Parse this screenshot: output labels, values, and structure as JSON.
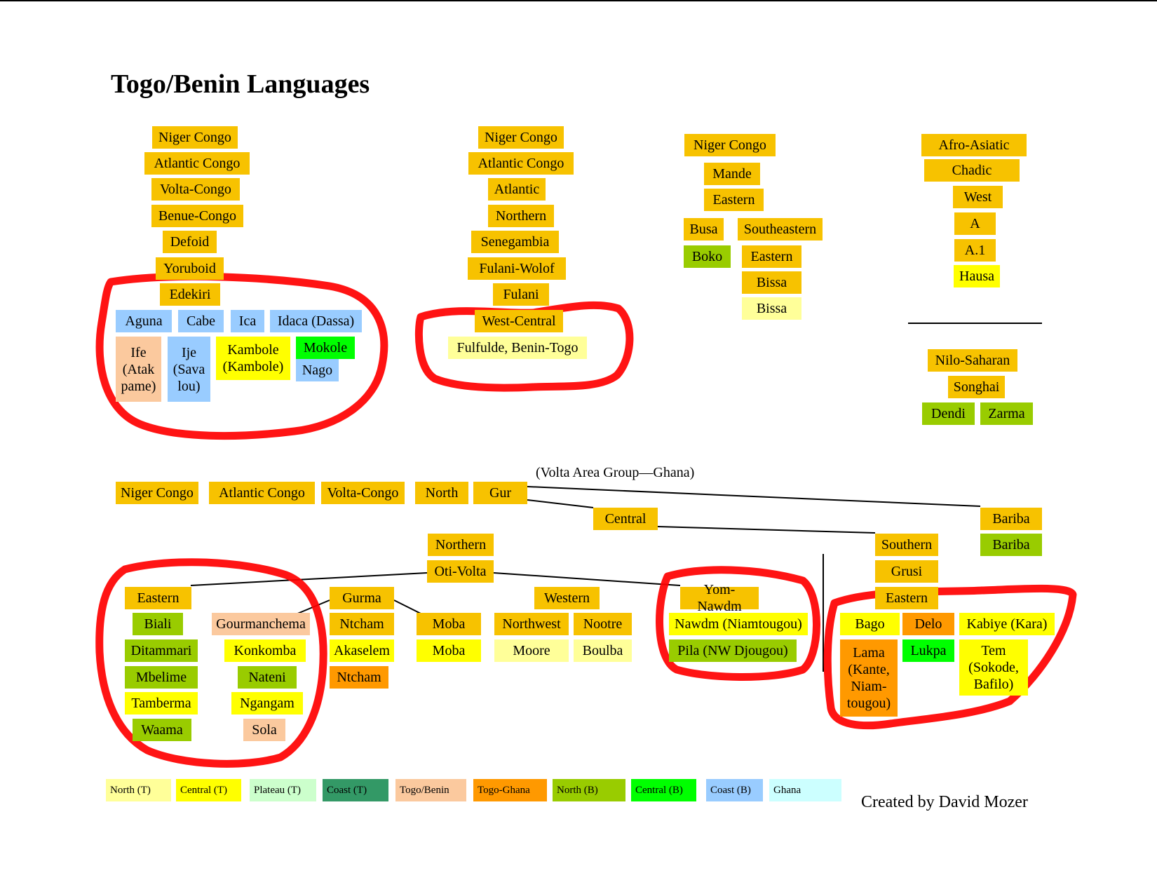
{
  "title": "Togo/Benin Languages",
  "credit": "Created by David Mozer",
  "note": "(Volta Area Group—Ghana)",
  "colors": {
    "family": "#f7c200",
    "north_t": "#ffff99",
    "central_t": "#ffff00",
    "plateau_t": "#ccffcc",
    "coast_t": "#339966",
    "togo_benin": "#fbc99e",
    "togo_ghana": "#ff9900",
    "north_b": "#99cc00",
    "central_b": "#00ff00",
    "coast_b": "#99ccff",
    "ghana": "#ccffff",
    "circle": "#ff0000"
  },
  "legend": [
    {
      "label": "North (T)",
      "color": "#ffff99"
    },
    {
      "label": "Central (T)",
      "color": "#ffff00"
    },
    {
      "label": "Plateau (T)",
      "color": "#ccffcc"
    },
    {
      "label": "Coast (T)",
      "color": "#339966"
    },
    {
      "label": "Togo/Benin",
      "color": "#fbc99e"
    },
    {
      "label": "Togo-Ghana",
      "color": "#ff9900"
    },
    {
      "label": "North (B)",
      "color": "#99cc00"
    },
    {
      "label": "Central (B)",
      "color": "#00ff00"
    },
    {
      "label": "Coast (B)",
      "color": "#99ccff"
    },
    {
      "label": "Ghana",
      "color": "#ccffff"
    }
  ],
  "nodes": [
    {
      "id": "a1",
      "text": "Niger Congo",
      "color": "#f7c200"
    },
    {
      "id": "a2",
      "text": "Atlantic Congo",
      "color": "#f7c200"
    },
    {
      "id": "a3",
      "text": "Volta-Congo",
      "color": "#f7c200"
    },
    {
      "id": "a4",
      "text": "Benue-Congo",
      "color": "#f7c200"
    },
    {
      "id": "a5",
      "text": "Defoid",
      "color": "#f7c200"
    },
    {
      "id": "a6",
      "text": "Yoruboid",
      "color": "#f7c200"
    },
    {
      "id": "a7",
      "text": "Edekiri",
      "color": "#f7c200"
    },
    {
      "id": "a8",
      "text": "Aguna",
      "color": "#99ccff"
    },
    {
      "id": "a9",
      "text": "Cabe",
      "color": "#99ccff"
    },
    {
      "id": "a10",
      "text": "Ica",
      "color": "#99ccff"
    },
    {
      "id": "a11",
      "text": "Idaca (Dassa)",
      "color": "#99ccff"
    },
    {
      "id": "a12",
      "text": "Ife\n(Atak\npame)",
      "color": "#fbc99e"
    },
    {
      "id": "a13",
      "text": "Ije\n(Sava\nlou)",
      "color": "#99ccff"
    },
    {
      "id": "a14",
      "text": "Kambole\n(Kambole)",
      "color": "#ffff00"
    },
    {
      "id": "a15",
      "text": "Mokole",
      "color": "#00ff00"
    },
    {
      "id": "a16",
      "text": "Nago",
      "color": "#99ccff"
    },
    {
      "id": "b1",
      "text": "Niger Congo",
      "color": "#f7c200"
    },
    {
      "id": "b2",
      "text": "Atlantic Congo",
      "color": "#f7c200"
    },
    {
      "id": "b3",
      "text": "Atlantic",
      "color": "#f7c200"
    },
    {
      "id": "b4",
      "text": "Northern",
      "color": "#f7c200"
    },
    {
      "id": "b5",
      "text": "Senegambia",
      "color": "#f7c200"
    },
    {
      "id": "b6",
      "text": "Fulani-Wolof",
      "color": "#f7c200"
    },
    {
      "id": "b7",
      "text": "Fulani",
      "color": "#f7c200"
    },
    {
      "id": "b8",
      "text": "West-Central",
      "color": "#f7c200"
    },
    {
      "id": "b9",
      "text": "Fulfulde, Benin-Togo",
      "color": "#ffff99"
    },
    {
      "id": "c1",
      "text": "Niger Congo",
      "color": "#f7c200"
    },
    {
      "id": "c2",
      "text": "Mande",
      "color": "#f7c200"
    },
    {
      "id": "c3",
      "text": "Eastern",
      "color": "#f7c200"
    },
    {
      "id": "c4",
      "text": "Busa",
      "color": "#f7c200"
    },
    {
      "id": "c5",
      "text": "Southeastern",
      "color": "#f7c200"
    },
    {
      "id": "c6",
      "text": "Boko",
      "color": "#99cc00"
    },
    {
      "id": "c7",
      "text": "Eastern",
      "color": "#f7c200"
    },
    {
      "id": "c8",
      "text": "Bissa",
      "color": "#f7c200"
    },
    {
      "id": "c9",
      "text": "Bissa",
      "color": "#ffff99"
    },
    {
      "id": "d1",
      "text": "Afro-Asiatic",
      "color": "#f7c200"
    },
    {
      "id": "d2",
      "text": "Chadic",
      "color": "#f7c200"
    },
    {
      "id": "d3",
      "text": "West",
      "color": "#f7c200"
    },
    {
      "id": "d4",
      "text": "A",
      "color": "#f7c200"
    },
    {
      "id": "d5",
      "text": "A.1",
      "color": "#f7c200"
    },
    {
      "id": "d6",
      "text": "Hausa",
      "color": "#ffff00"
    },
    {
      "id": "e1",
      "text": "Nilo-Saharan",
      "color": "#f7c200"
    },
    {
      "id": "e2",
      "text": "Songhai",
      "color": "#f7c200"
    },
    {
      "id": "e3",
      "text": "Dendi",
      "color": "#99cc00"
    },
    {
      "id": "e4",
      "text": "Zarma",
      "color": "#99cc00"
    },
    {
      "id": "f1",
      "text": "Niger Congo",
      "color": "#f7c200"
    },
    {
      "id": "f2",
      "text": "Atlantic Congo",
      "color": "#f7c200"
    },
    {
      "id": "f3",
      "text": "Volta-Congo",
      "color": "#f7c200"
    },
    {
      "id": "f4",
      "text": "North",
      "color": "#f7c200"
    },
    {
      "id": "f5",
      "text": "Gur",
      "color": "#f7c200"
    },
    {
      "id": "f6",
      "text": "Central",
      "color": "#f7c200"
    },
    {
      "id": "f7",
      "text": "Bariba",
      "color": "#f7c200"
    },
    {
      "id": "f8",
      "text": "Bariba",
      "color": "#99cc00"
    },
    {
      "id": "f9",
      "text": "Southern",
      "color": "#f7c200"
    },
    {
      "id": "f10",
      "text": "Grusi",
      "color": "#f7c200"
    },
    {
      "id": "f11",
      "text": "Eastern",
      "color": "#f7c200"
    },
    {
      "id": "f12",
      "text": "Northern",
      "color": "#f7c200"
    },
    {
      "id": "f13",
      "text": "Oti-Volta",
      "color": "#f7c200"
    },
    {
      "id": "g1",
      "text": "Eastern",
      "color": "#f7c200"
    },
    {
      "id": "g2",
      "text": "Gurma",
      "color": "#f7c200"
    },
    {
      "id": "g3",
      "text": "Western",
      "color": "#f7c200"
    },
    {
      "id": "g4",
      "text": "Yom-Nawdm",
      "color": "#f7c200"
    },
    {
      "id": "g5",
      "text": "Biali",
      "color": "#99cc00"
    },
    {
      "id": "g6",
      "text": "Gourmanchema",
      "color": "#fbc99e"
    },
    {
      "id": "g7",
      "text": "Ntcham",
      "color": "#f7c200"
    },
    {
      "id": "g8",
      "text": "Moba",
      "color": "#f7c200"
    },
    {
      "id": "g9",
      "text": "Northwest",
      "color": "#f7c200"
    },
    {
      "id": "g10",
      "text": "Nootre",
      "color": "#f7c200"
    },
    {
      "id": "g11",
      "text": "Nawdm (Niamtougou)",
      "color": "#ffff00"
    },
    {
      "id": "g12",
      "text": "Ditammari",
      "color": "#99cc00"
    },
    {
      "id": "g13",
      "text": "Konkomba",
      "color": "#ffff00"
    },
    {
      "id": "g14",
      "text": "Akaselem",
      "color": "#ffff00"
    },
    {
      "id": "g15",
      "text": "Moba",
      "color": "#ffff00"
    },
    {
      "id": "g16",
      "text": "Moore",
      "color": "#ffff99"
    },
    {
      "id": "g17",
      "text": "Boulba",
      "color": "#ffff99"
    },
    {
      "id": "g18",
      "text": "Pila (NW Djougou)",
      "color": "#99cc00"
    },
    {
      "id": "g19",
      "text": "Mbelime",
      "color": "#99cc00"
    },
    {
      "id": "g20",
      "text": "Nateni",
      "color": "#99cc00"
    },
    {
      "id": "g21",
      "text": "Ntcham",
      "color": "#ff9900"
    },
    {
      "id": "g22",
      "text": "Tamberma",
      "color": "#ffff00"
    },
    {
      "id": "g23",
      "text": "Ngangam",
      "color": "#ffff00"
    },
    {
      "id": "g24",
      "text": "Waama",
      "color": "#99cc00"
    },
    {
      "id": "g25",
      "text": "Sola",
      "color": "#fbc99e"
    },
    {
      "id": "h1",
      "text": "Bago",
      "color": "#ffff00"
    },
    {
      "id": "h2",
      "text": "Delo",
      "color": "#ff9900"
    },
    {
      "id": "h3",
      "text": "Kabiye (Kara)",
      "color": "#ffff00"
    },
    {
      "id": "h4",
      "text": "Lama\n(Kante,\nNiam-\ntougou)",
      "color": "#ff9900"
    },
    {
      "id": "h5",
      "text": "Lukpa",
      "color": "#00ff00"
    },
    {
      "id": "h6",
      "text": "Tem\n(Sokode,\nBafilo)",
      "color": "#ffff00"
    }
  ]
}
